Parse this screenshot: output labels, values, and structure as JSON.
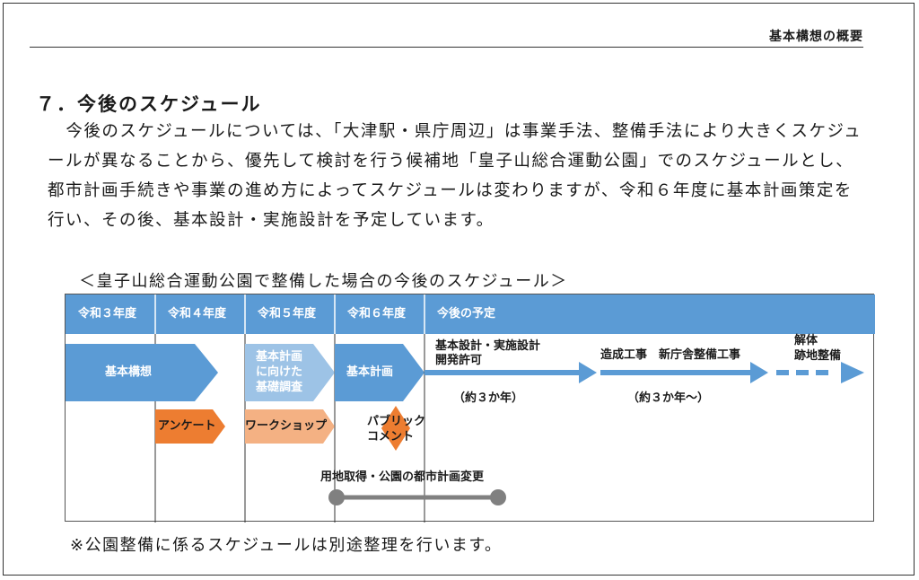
{
  "header": {
    "title": "基本構想の概要"
  },
  "section": {
    "title": "７．今後のスケジュール",
    "paragraph": "今後のスケジュールについては、「大津駅・県庁周辺」は事業手法、整備手法により大きくスケジュールが異なることから、優先して検討を行う候補地「皇子山総合運動公園」でのスケジュールとし、都市計画手続きや事業の進め方によってスケジュールは変わりますが、令和６年度に基本計画策定を行い、その後、基本設計・実施設計を予定しています。"
  },
  "schedule": {
    "title": "＜皇子山総合運動公園で整備した場合の今後のスケジュール＞",
    "columns": [
      "令和３年度",
      "令和４年度",
      "令和５年度",
      "令和６年度",
      "今後の予定"
    ],
    "items": {
      "kihon_koso": "基本構想",
      "survey": "アンケート",
      "basic_study": [
        "基本計画",
        "に向けた",
        "基礎調査"
      ],
      "workshop": "ワークショップ",
      "kihon_keikaku": "基本計画",
      "public_comment": [
        "パブリック",
        "コメント"
      ],
      "design": [
        "基本設計・実施設計",
        "開発許可"
      ],
      "design_period": "（約３か年）",
      "construction": "造成工事　新庁舎整備工事",
      "construction_period": "（約３か年～）",
      "demolition": [
        "解体",
        "跡地整備"
      ],
      "land": "用地取得・公園の都市計画変更"
    },
    "colors": {
      "header": "#5b9bd5",
      "arrow": "#5b9bd5",
      "light": "#9dc3e6",
      "orange": "#ed7d31",
      "peach": "#f4b183",
      "gray": "#808080"
    }
  },
  "footer": {
    "note": "※公園整備に係るスケジュールは別途整理を行います。"
  }
}
